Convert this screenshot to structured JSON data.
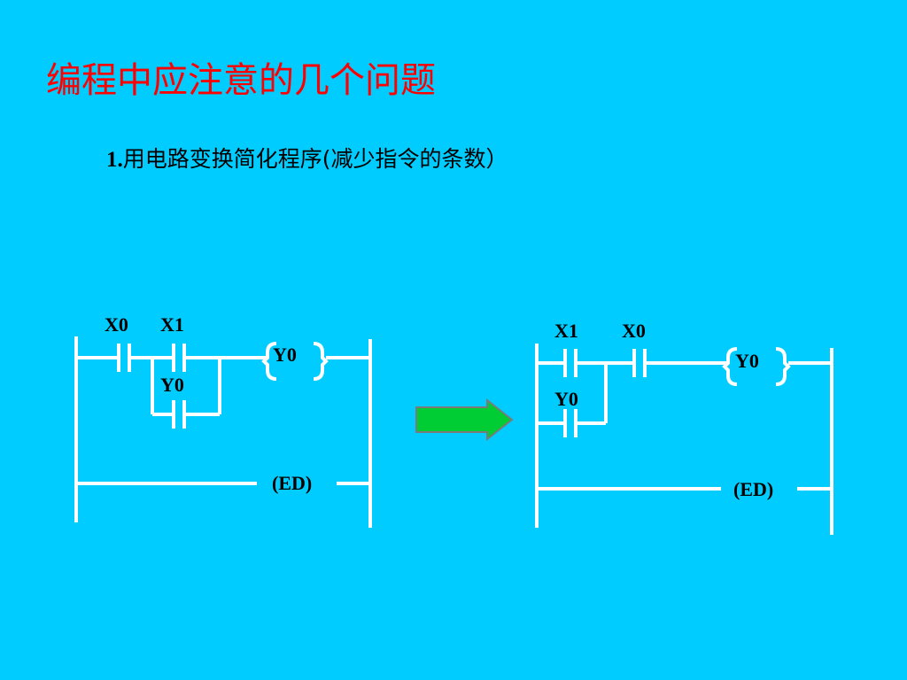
{
  "slide": {
    "title": "编程中应注意的几个问题",
    "subtitle_num": "1.",
    "subtitle_text": "用电路变换简化程序(减少指令的条数）",
    "colors": {
      "background": "#00CCFF",
      "title": "#FF0000",
      "arrow": "#00CC33"
    }
  },
  "before": {
    "c1": "X0",
    "c2": "X1",
    "c3": "Y0",
    "coil": "Y0",
    "end": "(ED)"
  },
  "after": {
    "c1": "X1",
    "c2": "X0",
    "c3": "Y0",
    "coil": "Y0",
    "end": "(ED)"
  },
  "arrow": {
    "icon": "right-arrow-icon",
    "direction": "right"
  }
}
